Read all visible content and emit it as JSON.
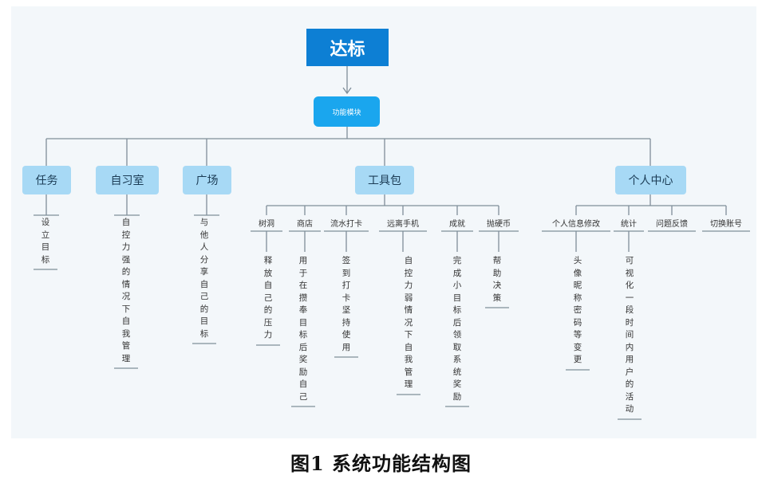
{
  "diagram": {
    "root": "达标",
    "level1": "功能模块",
    "categories": [
      {
        "label": "任务",
        "desc": "设立目标"
      },
      {
        "label": "自习室",
        "desc": "自控力强的情况下自我管理"
      },
      {
        "label": "广场",
        "desc": "与他人分享自己的目标"
      },
      {
        "label": "工具包",
        "children": [
          {
            "label": "树洞",
            "desc": "释放自己的压力"
          },
          {
            "label": "商店",
            "desc": "用于在攒奉目标后奖励自己"
          },
          {
            "label": "流水打卡",
            "desc": "签到打卡坚持使用"
          },
          {
            "label": "远离手机",
            "desc": "自控力弱情况下自我管理"
          },
          {
            "label": "成就",
            "desc": "完成小目标后领取系统奖励"
          },
          {
            "label": "抛硬币",
            "desc": "帮助决策"
          }
        ]
      },
      {
        "label": "个人中心",
        "children": [
          {
            "label": "个人信息修改",
            "desc": "头像昵称密码等变更"
          },
          {
            "label": "统计",
            "desc": "可视化一段时间内用户的活动"
          },
          {
            "label": "问题反馈",
            "desc": ""
          },
          {
            "label": "切换账号",
            "desc": ""
          }
        ]
      }
    ]
  },
  "caption": "图1   系统功能结构图"
}
